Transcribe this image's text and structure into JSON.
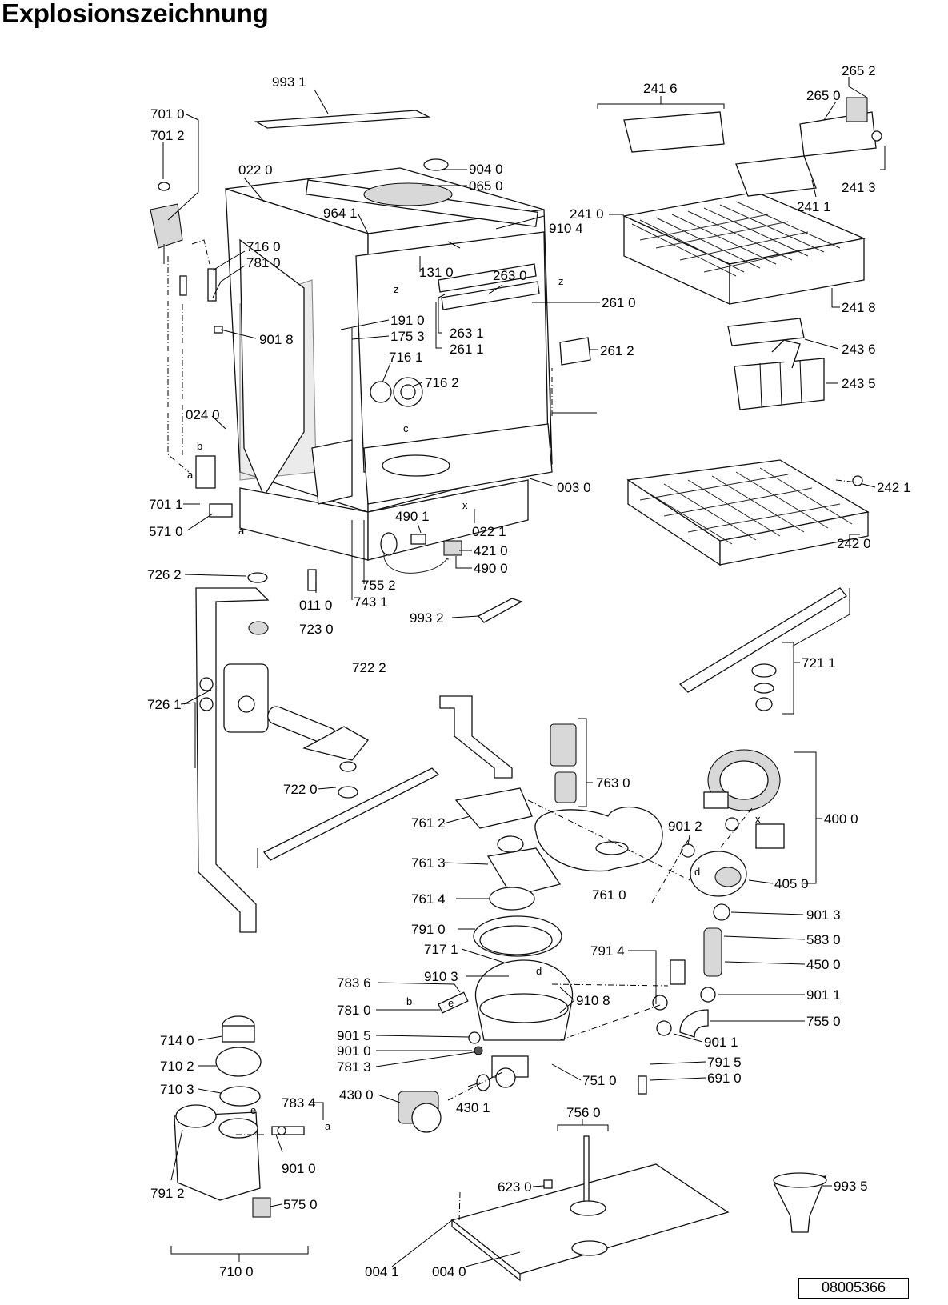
{
  "title": "Explosionszeichnung",
  "document_number": "08005366",
  "part_labels": [
    "993 1",
    "701 0",
    "701 2",
    "022 0",
    "904 0",
    "065 0",
    "964 1",
    "910 4",
    "716 0",
    "781 0",
    "131 0",
    "263 0",
    "261 0",
    "191 0",
    "175 3",
    "263 1",
    "261 1",
    "261 2",
    "901 8",
    "716 1",
    "716 2",
    "024 0",
    "701 1",
    "003 0",
    "571 0",
    "490 1",
    "022 1",
    "421 0",
    "490 0",
    "755 2",
    "743 1",
    "726 2",
    "011 0",
    "723 0",
    "993 2",
    "726 1",
    "722 2",
    "722 0",
    "763 0",
    "761 2",
    "761 3",
    "761 0",
    "761 4",
    "791 0",
    "717 1",
    "910 3",
    "910 8",
    "783 6",
    "781 0",
    "901 5",
    "901 0",
    "781 3",
    "751 0",
    "430 0",
    "430 1",
    "714 0",
    "710 2",
    "710 3",
    "783 4",
    "901 0",
    "791 2",
    "575 0",
    "710 0",
    "756 0",
    "623 0",
    "004 1",
    "004 0",
    "241 6",
    "265 2",
    "265 0",
    "241 3",
    "241 1",
    "241 0",
    "241 8",
    "243 6",
    "243 5",
    "242 1",
    "242 0",
    "721 1",
    "400 0",
    "901 2",
    "405 0",
    "901 3",
    "583 0",
    "450 0",
    "791 4",
    "901 1",
    "755 0",
    "901 1",
    "791 5",
    "691 0",
    "993 5"
  ],
  "point_letters": [
    "b",
    "a",
    "a",
    "z",
    "z",
    "c",
    "x",
    "x",
    "d",
    "e",
    "b",
    "d",
    "e",
    "a"
  ],
  "icons": [
    "dishwasher-tub-exploded",
    "upper-basket",
    "lower-basket",
    "cutlery-basket",
    "spray-arm",
    "circulation-pump",
    "sump",
    "water-softener",
    "measuring-cup"
  ]
}
